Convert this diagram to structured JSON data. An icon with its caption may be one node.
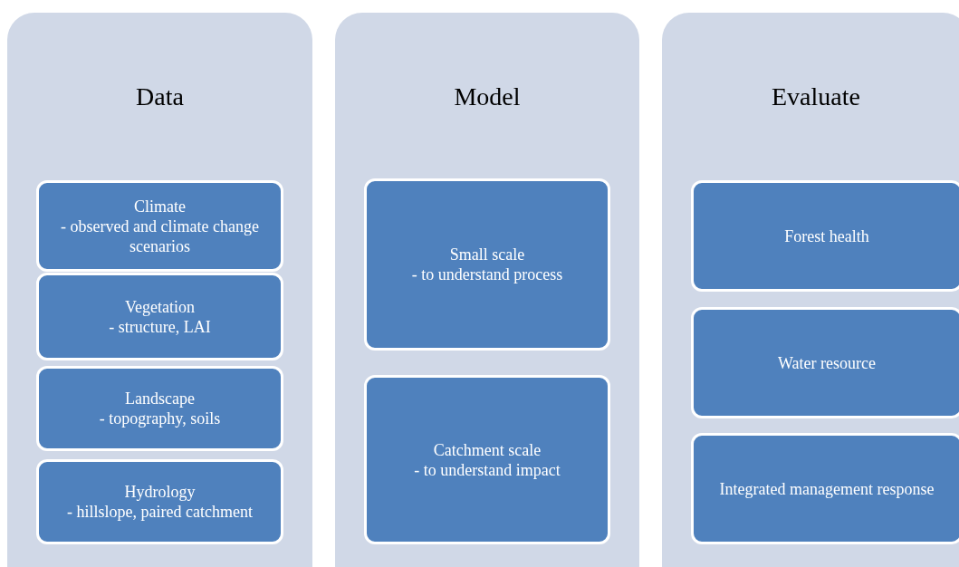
{
  "diagram": {
    "nodes": [
      {
        "text": [
          "Data"
        ]
      },
      {
        "text": [
          "Climate",
          "- observed and climate change scenarios"
        ],
        "in": 0
      },
      {
        "text": [
          "Vegetation",
          "- structure, LAI"
        ],
        "in": 0
      },
      {
        "text": [
          "Landscape",
          "- topography, soils"
        ],
        "in": 0
      },
      {
        "text": [
          "Hydrology",
          "- hillslope, paired catchment"
        ],
        "in": 0
      },
      {
        "text": [
          "Model"
        ]
      },
      {
        "text": [
          "Small scale",
          "- to understand process"
        ],
        "in": 5
      },
      {
        "text": [
          "Catchment scale",
          "- to understand impact"
        ],
        "in": 5
      },
      {
        "text": [
          "Evaluate"
        ]
      },
      {
        "text": [
          "Forest health"
        ],
        "in": 8
      },
      {
        "text": [
          "Water resource"
        ],
        "in": 8
      },
      {
        "text": [
          "Integrated management response"
        ],
        "in": 8
      }
    ]
  }
}
